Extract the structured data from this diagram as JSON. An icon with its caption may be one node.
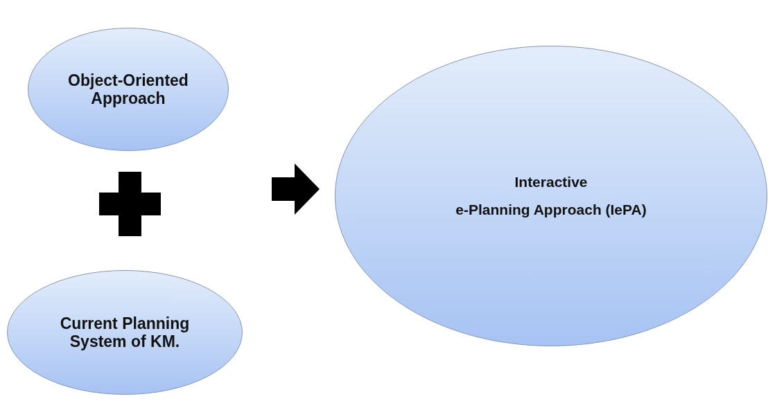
{
  "diagram": {
    "nodes": [
      {
        "text": [
          "Object-Oriented Approach"
        ]
      },
      {
        "text": [
          "Current Planning System of KM."
        ]
      },
      {
        "text": [
          "Interactive",
          "e-Planning Approach (IePA)"
        ]
      }
    ],
    "edges": [
      {
        "from": null,
        "to": 2,
        "arrow": "to",
        "style": "thick"
      }
    ]
  }
}
